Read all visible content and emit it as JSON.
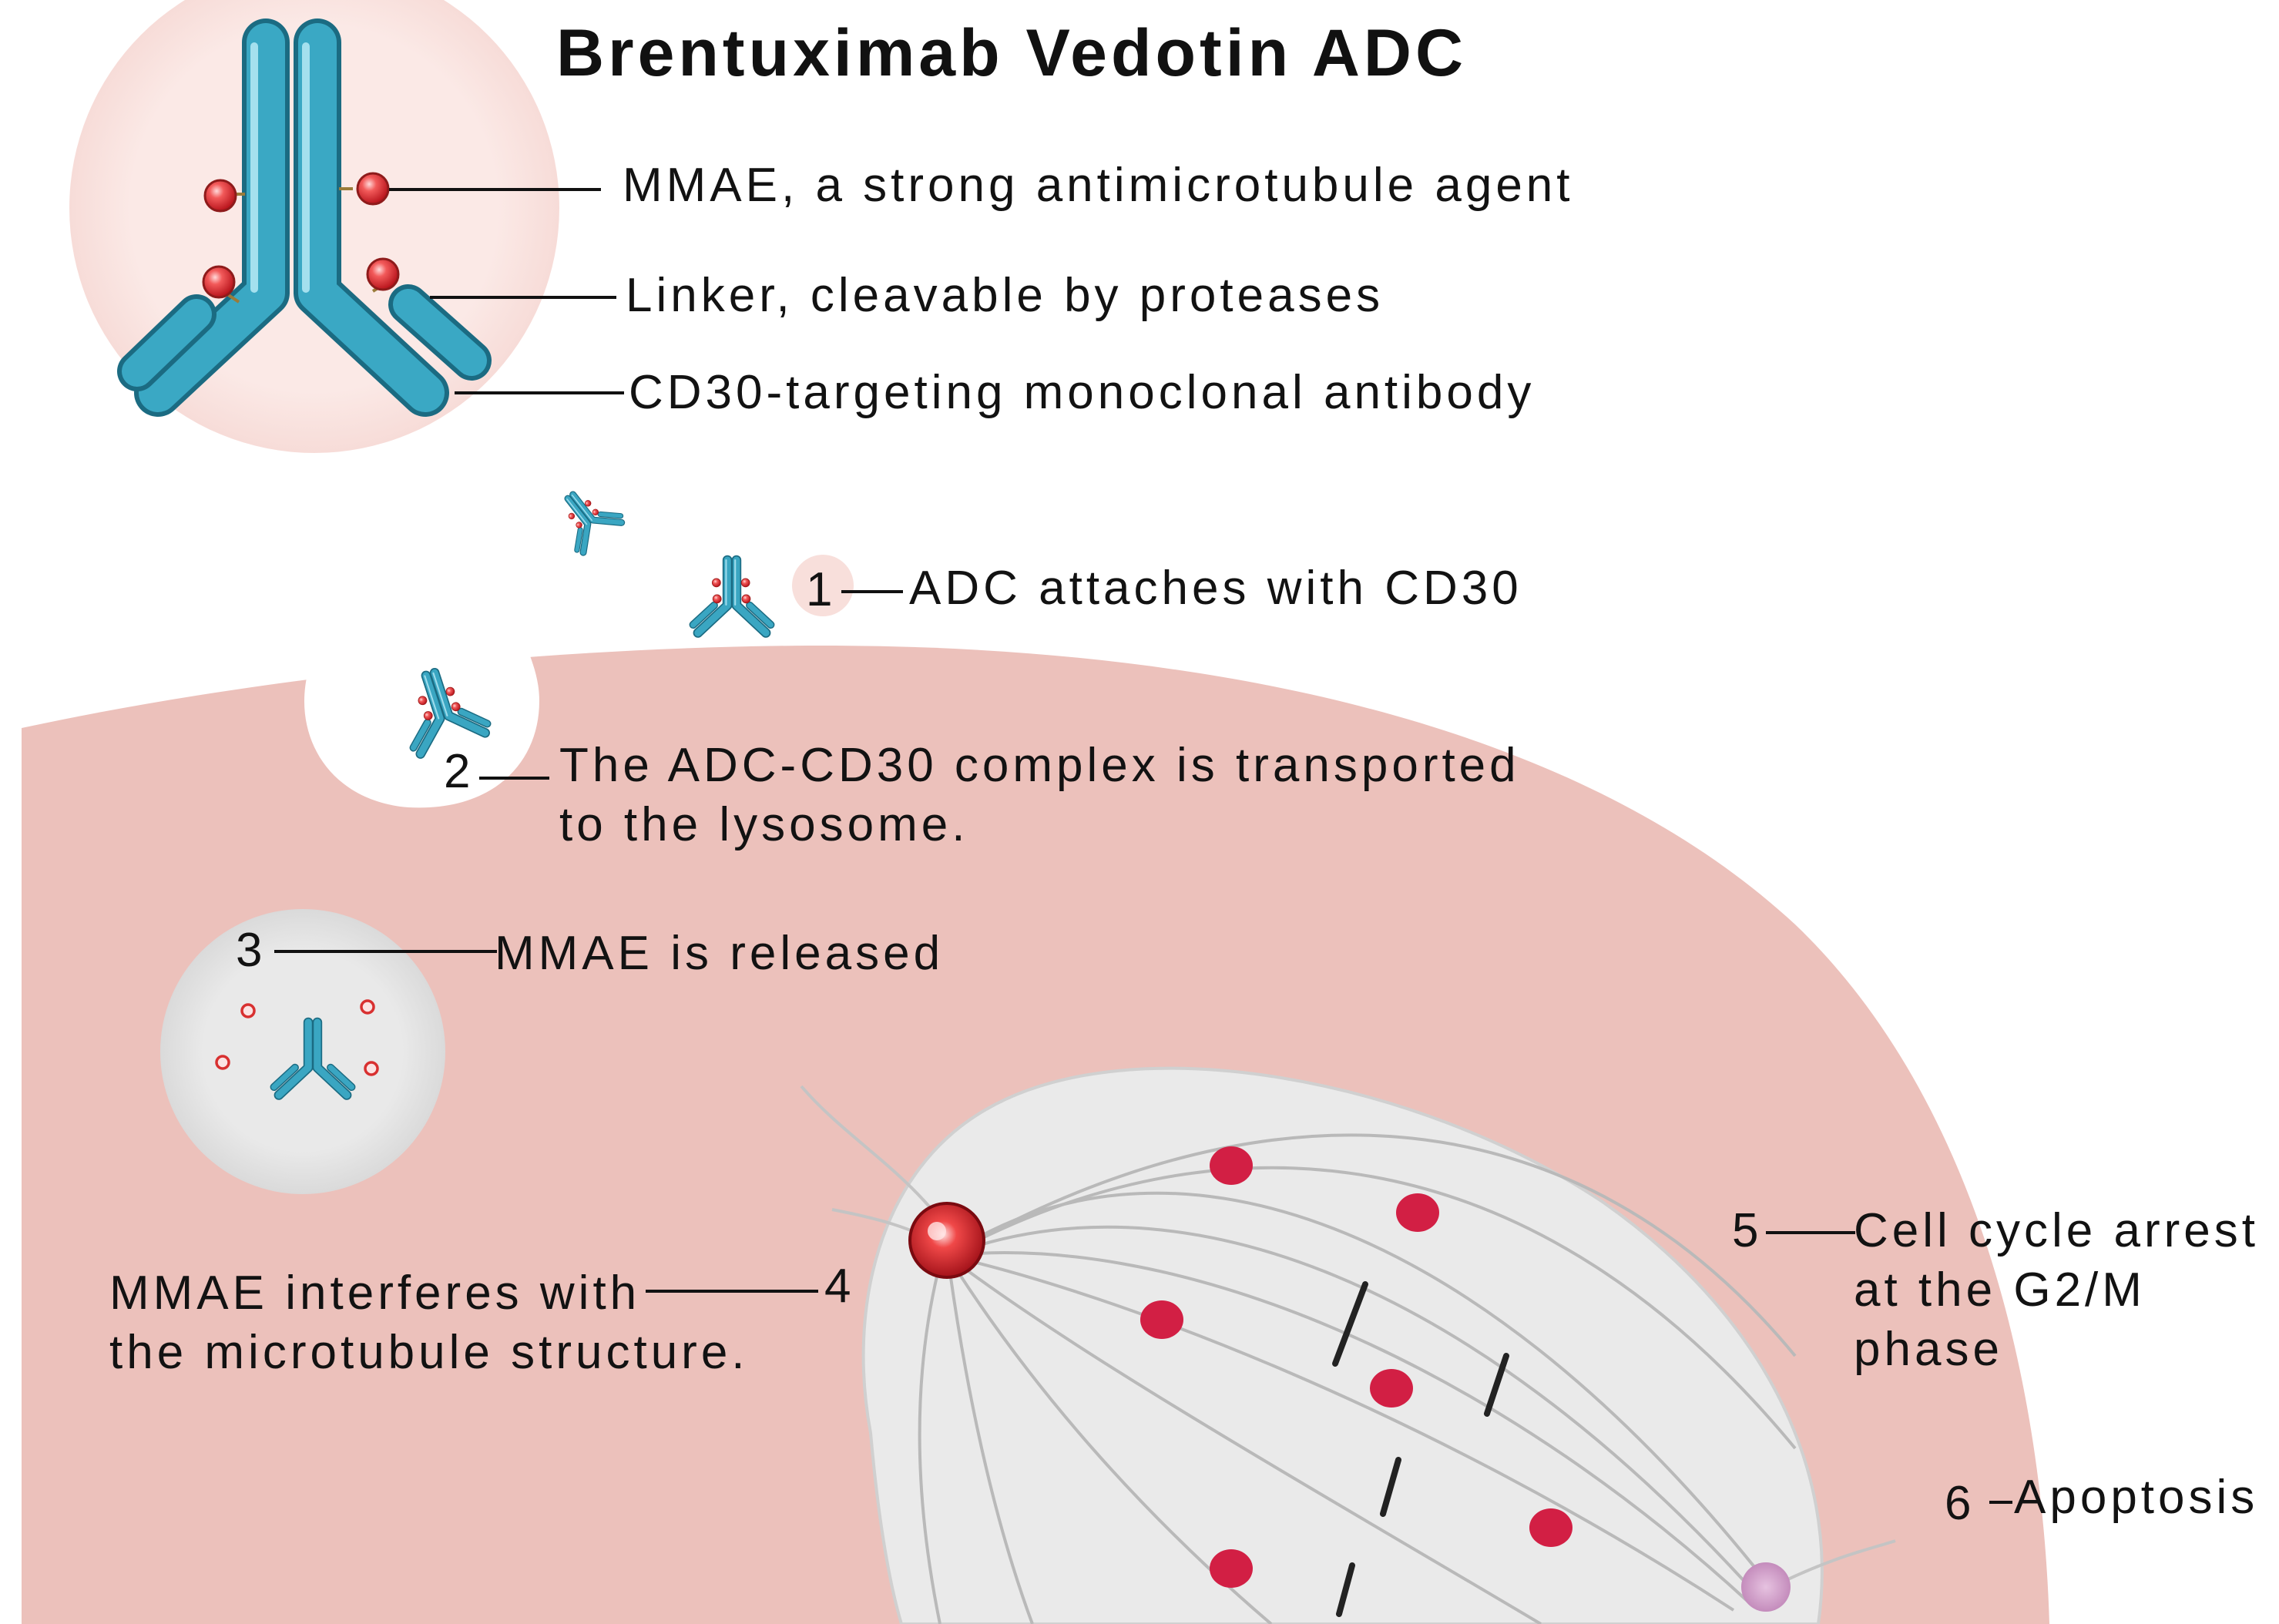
{
  "title": "Brentuximab Vedotin ADC",
  "colors": {
    "antibody": "#2e9bb8",
    "antibody_dark": "#1c6f86",
    "antibody_light": "#8fd6e8",
    "mmae": "#e0303a",
    "cell": "#ecc1bb",
    "halo": "#f9e6e3",
    "lysosome": "#e6e6e6",
    "nucleus": "#eaeaea",
    "dot": "#d21f44"
  },
  "structure_labels": {
    "mmae": "MMAE, a strong antimicrotubule agent",
    "linker": "Linker, cleavable by proteases",
    "antibody": "CD30-targeting monoclonal antibody"
  },
  "steps": [
    {
      "num": "1",
      "lines": [
        "ADC attaches with CD30"
      ]
    },
    {
      "num": "2",
      "lines": [
        "The ADC-CD30 complex is transported",
        "to the lysosome."
      ]
    },
    {
      "num": "3",
      "lines": [
        "MMAE is released"
      ]
    },
    {
      "num": "4",
      "lines": [
        "MMAE interferes with",
        "the microtubule structure."
      ]
    },
    {
      "num": "5",
      "lines": [
        "Cell cycle arrest",
        "at the G2/M",
        "phase"
      ]
    },
    {
      "num": "6",
      "lines": [
        "Apoptosis"
      ]
    }
  ],
  "icons": {
    "large_adc": "antibody-drug-conjugate-icon",
    "small_adc": "antibody-icon",
    "payload": "mmae-molecule-icon",
    "spindle": "mitotic-spindle-icon",
    "centrosome": "centrosome-icon"
  }
}
